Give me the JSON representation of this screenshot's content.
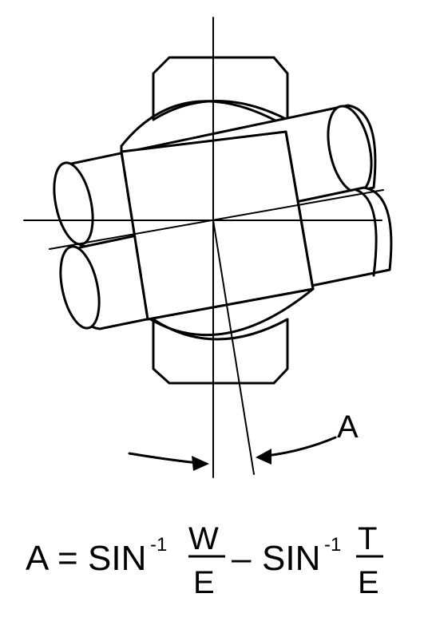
{
  "diagram": {
    "angle_label": "A",
    "formula": {
      "lhs": "A",
      "equals": "=",
      "func1": "SIN",
      "sup1": "-1",
      "num1": "W",
      "den1": "E",
      "minus": "–",
      "func2": "SIN",
      "sup2": "-1",
      "num2": "T",
      "den2": "E"
    }
  }
}
